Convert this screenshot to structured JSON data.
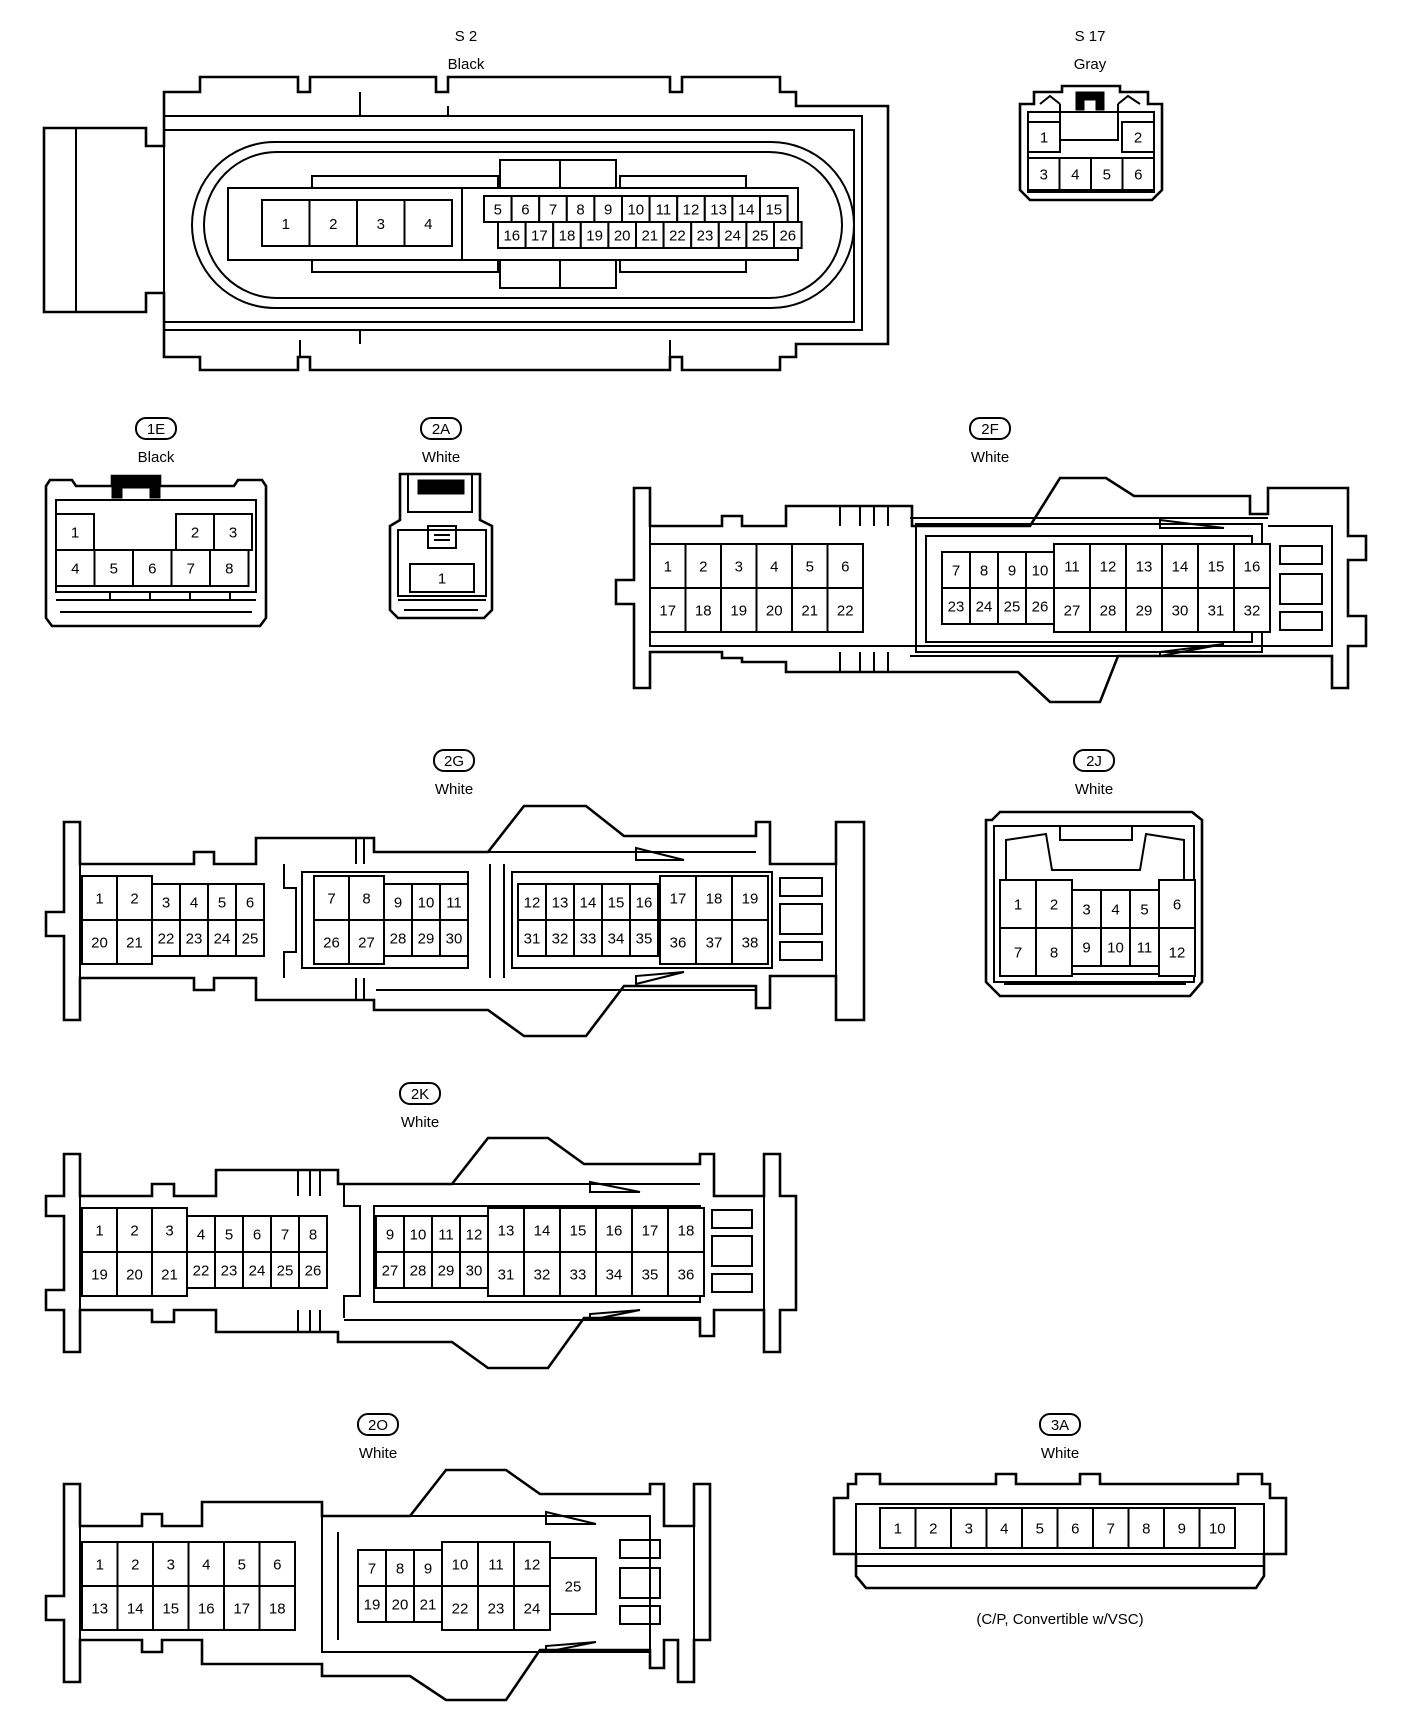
{
  "connectors": {
    "S2": {
      "code": "S 2",
      "color": "Black",
      "pins": [
        "1",
        "2",
        "3",
        "4",
        "5",
        "6",
        "7",
        "8",
        "9",
        "10",
        "11",
        "12",
        "13",
        "14",
        "15",
        "16",
        "17",
        "18",
        "19",
        "20",
        "21",
        "22",
        "23",
        "24",
        "25",
        "26"
      ]
    },
    "S17": {
      "code": "S 17",
      "color": "Gray",
      "pins": [
        "1",
        "2",
        "3",
        "4",
        "5",
        "6"
      ]
    },
    "1E": {
      "code": "1E",
      "color": "Black",
      "pins": [
        "1",
        "2",
        "3",
        "4",
        "5",
        "6",
        "7",
        "8"
      ]
    },
    "2A": {
      "code": "2A",
      "color": "White",
      "pins": [
        "1"
      ]
    },
    "2F": {
      "code": "2F",
      "color": "White",
      "pins": [
        "1",
        "2",
        "3",
        "4",
        "5",
        "6",
        "7",
        "8",
        "9",
        "10",
        "11",
        "12",
        "13",
        "14",
        "15",
        "16",
        "17",
        "18",
        "19",
        "20",
        "21",
        "22",
        "23",
        "24",
        "25",
        "26",
        "27",
        "28",
        "29",
        "30",
        "31",
        "32"
      ]
    },
    "2G": {
      "code": "2G",
      "color": "White",
      "pins": [
        "1",
        "2",
        "3",
        "4",
        "5",
        "6",
        "7",
        "8",
        "9",
        "10",
        "11",
        "12",
        "13",
        "14",
        "15",
        "16",
        "17",
        "18",
        "19",
        "20",
        "21",
        "22",
        "23",
        "24",
        "25",
        "26",
        "27",
        "28",
        "29",
        "30",
        "31",
        "32",
        "33",
        "34",
        "35",
        "36",
        "37",
        "38"
      ]
    },
    "2J": {
      "code": "2J",
      "color": "White",
      "pins": [
        "1",
        "2",
        "3",
        "4",
        "5",
        "6",
        "7",
        "8",
        "9",
        "10",
        "11",
        "12"
      ]
    },
    "2K": {
      "code": "2K",
      "color": "White",
      "pins": [
        "1",
        "2",
        "3",
        "4",
        "5",
        "6",
        "7",
        "8",
        "9",
        "10",
        "11",
        "12",
        "13",
        "14",
        "15",
        "16",
        "17",
        "18",
        "19",
        "20",
        "21",
        "22",
        "23",
        "24",
        "25",
        "26",
        "27",
        "28",
        "29",
        "30",
        "31",
        "32",
        "33",
        "34",
        "35",
        "36"
      ]
    },
    "2O": {
      "code": "2O",
      "color": "White",
      "pins": [
        "1",
        "2",
        "3",
        "4",
        "5",
        "6",
        "7",
        "8",
        "9",
        "10",
        "11",
        "12",
        "13",
        "14",
        "15",
        "16",
        "17",
        "18",
        "19",
        "20",
        "21",
        "22",
        "23",
        "24",
        "25"
      ]
    },
    "3A": {
      "code": "3A",
      "color": "White",
      "pins": [
        "1",
        "2",
        "3",
        "4",
        "5",
        "6",
        "7",
        "8",
        "9",
        "10"
      ],
      "note": "(C/P, Convertible w/VSC)"
    }
  }
}
